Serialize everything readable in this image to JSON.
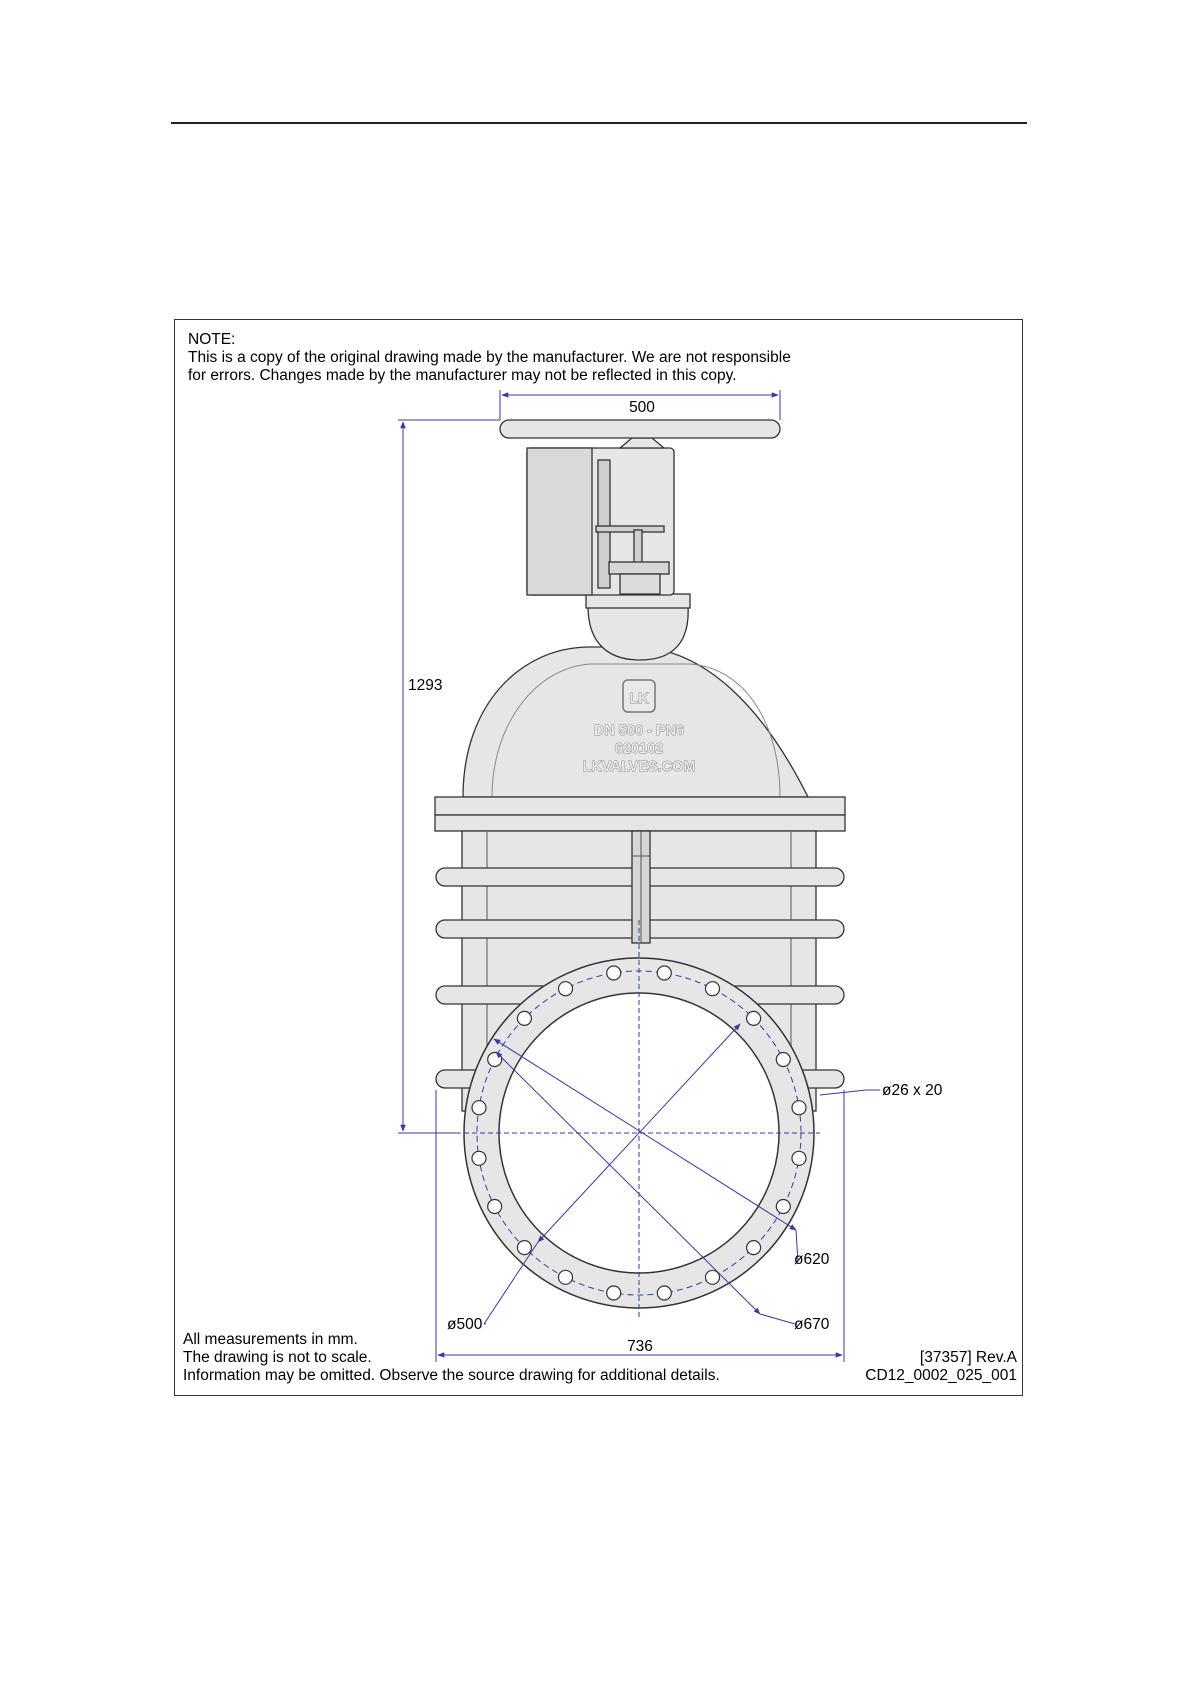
{
  "note": {
    "title": "NOTE:",
    "line1": "This is a copy of the original drawing made by the manufacturer. We are not responsible",
    "line2": "for errors. Changes made by the manufacturer may not be reflected in this copy."
  },
  "dimensions": {
    "handwheel_width": "500",
    "height": "1293",
    "bolt_holes": "ø26 x 20",
    "bolt_circle": "ø620",
    "flange_outer": "ø670",
    "bore": "ø500",
    "face_to_face": "736"
  },
  "body_marking": {
    "logo": "LK",
    "line1": "DN 500 - PN6",
    "line2": "620102",
    "line3": "LKVALVES.COM"
  },
  "footer": {
    "line1": "All measurements in mm.",
    "line2": "The drawing is not to scale.",
    "line3": "Information may be omitted. Observe the source drawing for additional details.",
    "ref": "[37357] Rev.A",
    "code": "CD12_0002_025_001"
  },
  "colors": {
    "body_fill": "#e6e6e6",
    "outline": "#333333",
    "dimension_line": "#3a3aa0"
  }
}
